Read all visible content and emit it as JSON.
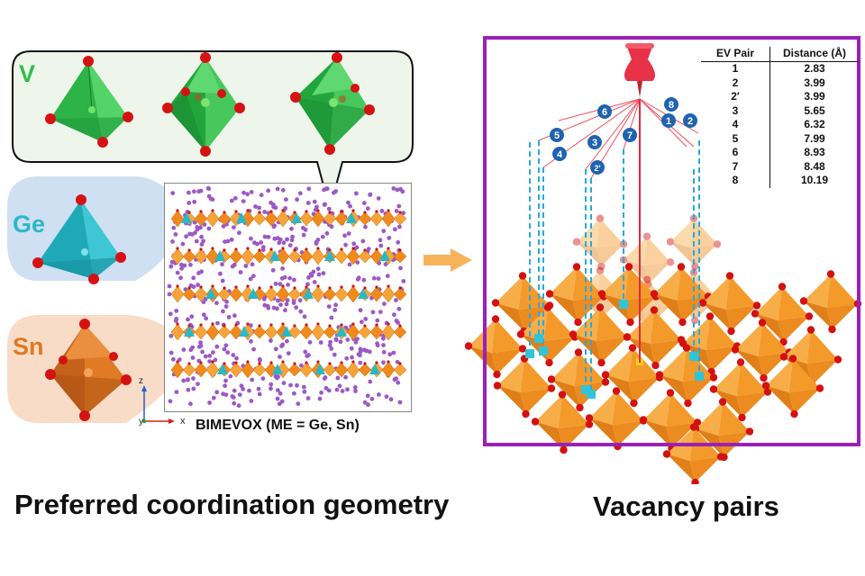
{
  "labels": {
    "v": "V",
    "ge": "Ge",
    "sn": "Sn",
    "formula": "BIMEVOX (ME = Ge, Sn)",
    "left_caption": "Preferred coordination geometry",
    "right_caption": "Vacancy pairs"
  },
  "axes": {
    "z": "z",
    "y": "y",
    "x": "x"
  },
  "table": {
    "headers": [
      "EV Pair",
      "Distance (Å)"
    ],
    "rows": [
      [
        "1",
        "2.83"
      ],
      [
        "2",
        "3.99"
      ],
      [
        "2′",
        "3.99"
      ],
      [
        "3",
        "5.65"
      ],
      [
        "4",
        "6.32"
      ],
      [
        "5",
        "7.99"
      ],
      [
        "6",
        "8.93"
      ],
      [
        "7",
        "8.48"
      ],
      [
        "8",
        "10.19"
      ]
    ]
  },
  "markers": [
    "1",
    "2",
    "2′",
    "3",
    "4",
    "5",
    "6",
    "7",
    "8"
  ],
  "colors": {
    "vanadium_green": "#2fbf4a",
    "germanium_cyan": "#29b8c8",
    "tin_orange": "#e07820",
    "octahedra_orange": "#f39a2a",
    "oxygen_red": "#d01010",
    "bismuth_purple": "#9b59c6",
    "frame_purple": "#9b1fb8",
    "pin_red": "#e8324a",
    "dashed_cyan": "#27a9e0",
    "marker_blue": "#1f63b0"
  },
  "icons": [
    "pushpin-icon",
    "arrow-right-icon",
    "axis-triad-icon"
  ]
}
